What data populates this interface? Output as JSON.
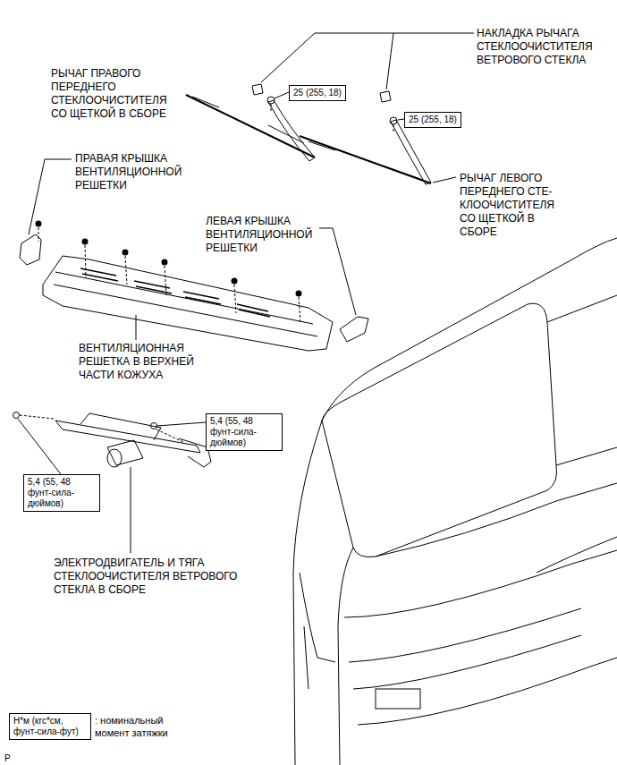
{
  "diagram": {
    "nodes": [
      {
        "text": [
          "25 (255, 18)"
        ]
      },
      {
        "text": [
          "25 (255, 18)"
        ]
      },
      {
        "text": [
          "5,4 (55, 48 фунт-сила-дюймов)"
        ]
      },
      {
        "text": [
          "5,4 (55, 48 фунт-сила-дюймов)"
        ]
      },
      {
        "text": [
          "Н*м (кгс*см, фунт-сила-фут)"
        ]
      }
    ],
    "labels": [
      "НАКЛАДКА РЫЧАГА СТЕКЛООЧИСТИТЕЛЯ ВЕТРОВОГО СТЕКЛА",
      "РЫЧАГ ПРАВОГО ПЕРЕДНЕГО СТЕКЛООЧИСТИТЕЛЯ СО ЩЕТКОЙ В СБОРЕ",
      "ПРАВАЯ КРЫШКА ВЕНТИЛЯЦИОННОЙ РЕШЕТКИ",
      "РЫЧАГ ЛЕВОГО ПЕРЕДНЕГО СТЕ- КЛООЧИСТИТЕЛЯ СО ЩЕТКОЙ В СБОРЕ",
      "ЛЕВАЯ КРЫШКА ВЕНТИЛЯЦИОННОЙ РЕШЕТКИ",
      "ВЕНТИЛЯЦИОННАЯ РЕШЕТКА В ВЕРХНЕЙ ЧАСТИ КОЖУХА",
      "ЭЛЕКТРОДВИГАТЕЛЬ И ТЯГА СТЕКЛООЧИСТИТЕЛЯ ВЕТРОВОГО СТЕКЛА В СБОРЕ",
      ": номинальный момент затяжки",
      "P"
    ]
  }
}
